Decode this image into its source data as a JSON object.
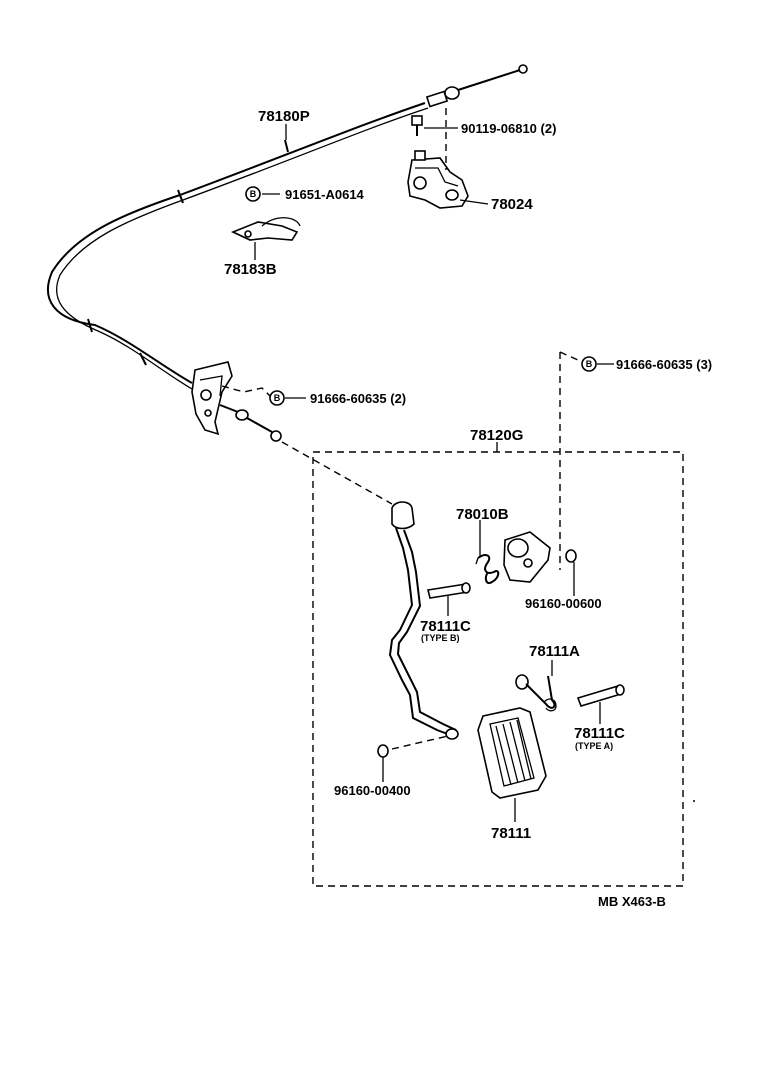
{
  "labels": {
    "cable": "78180P",
    "cable_bolt": "90119-06810 (2)",
    "cable_bracket": "78024",
    "clip_nut": "91651-A0614",
    "clip": "78183B",
    "bolt_left": "91666-60635 (2)",
    "bolt_right": "91666-60635 (3)",
    "pedal_assembly": "78120G",
    "pedal_bracket": "78010B",
    "pin_type_b": "78111C",
    "type_b": "(TYPE B)",
    "bushing_right": "96160-00600",
    "spring": "78111A",
    "pin_type_a": "78111C",
    "type_a": "(TYPE A)",
    "bushing_left": "96160-00400",
    "pedal_pad": "78111",
    "diagram_code": "MB  X463-B"
  },
  "icons": {
    "bolt_marker": "circled-b-icon"
  }
}
